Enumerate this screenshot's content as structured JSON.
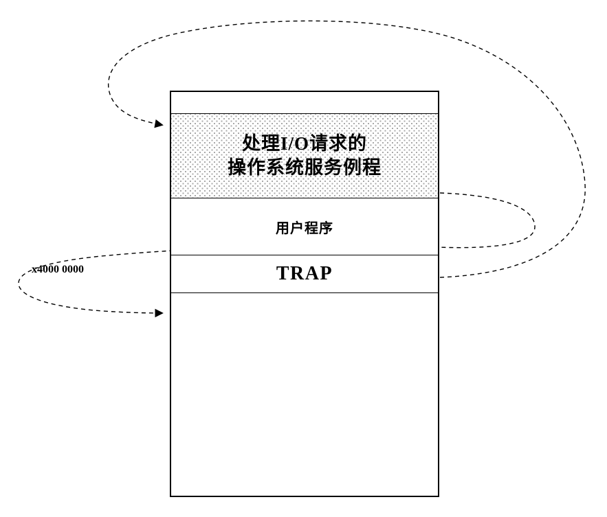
{
  "diagram": {
    "regions": {
      "service_routine": {
        "line1": "处理I/O请求的",
        "line2": "操作系统服务例程"
      },
      "user_program": {
        "label": "用户程序"
      },
      "trap": {
        "label": "TRAP"
      }
    },
    "address_label": "x4000 0000",
    "arrows": {
      "trap_to_service": "dashed curve from TRAP row to OS service routine region",
      "service_return": "dashed curve from OS service routine region back to location x4000 0000"
    },
    "colors": {
      "line": "#000000",
      "background": "#ffffff",
      "stipple_dot": "#a8a8a8"
    }
  }
}
